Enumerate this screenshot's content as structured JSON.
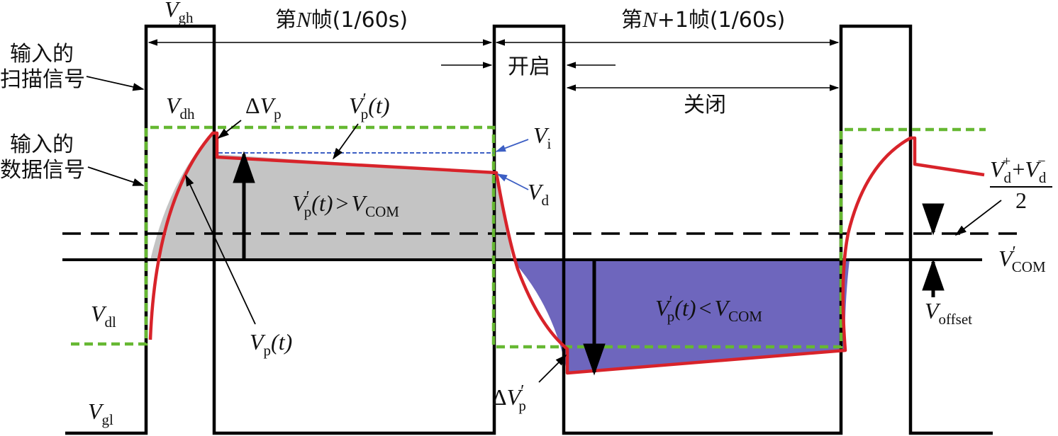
{
  "labels": {
    "vgh": {
      "main": "V",
      "sub": "gh"
    },
    "vgl": {
      "main": "V",
      "sub": "gl"
    },
    "vdh": {
      "main": "V",
      "sub": "dh"
    },
    "vdl": {
      "main": "V",
      "sub": "dl"
    },
    "frame_n": {
      "pre": "第",
      "var": "N",
      "post": "帧(1/60s)"
    },
    "frame_n1": {
      "pre": "第",
      "var": "N",
      "post": "+1帧(1/60s)"
    },
    "on": "开启",
    "off": "关闭",
    "scan_input": [
      "输入的",
      "扫描信号"
    ],
    "data_input": [
      "输入的",
      "数据信号"
    ],
    "delta_vp": {
      "delta": "Δ",
      "main": "V",
      "sub": "p"
    },
    "vp_prime_t": {
      "main": "V",
      "sup": "′",
      "sub": "p",
      "arg": "(t)"
    },
    "vi": {
      "main": "V",
      "sub": "i"
    },
    "vd": {
      "main": "V",
      "sub": "d"
    },
    "vp_gt": {
      "main": "V",
      "sup": "′",
      "sub": "p",
      "arg": "(t)",
      "rel": ">",
      "ref": "V",
      "refsub": "COM"
    },
    "vp_lt": {
      "main": "V",
      "sup": "′",
      "sub": "p",
      "arg": "(t)",
      "rel": "<",
      "ref": "V",
      "refsub": "COM"
    },
    "vp_t": {
      "main": "V",
      "sub": "p",
      "arg": "(t)"
    },
    "delta_vp_prime": {
      "delta": "Δ",
      "main": "V",
      "sup": "′",
      "sub": "p"
    },
    "vd_avg": {
      "a": "V",
      "a_sub": "d",
      "a_sup": "+",
      "plus": "+",
      "b": "V",
      "b_sub": "d",
      "b_sup": "−",
      "den": "2"
    },
    "vcom_prime": {
      "main": "V",
      "sup": "′",
      "sub": "COM"
    },
    "voffset": {
      "main": "V",
      "sub": "offset"
    }
  },
  "colors": {
    "scan_line": "#000000",
    "data_line": "#66b832",
    "pixel_line": "#d8232a",
    "positive_fill": "#c4c4c4",
    "negative_fill": "#6e66bd",
    "vi_line": "#3d5fc4"
  }
}
